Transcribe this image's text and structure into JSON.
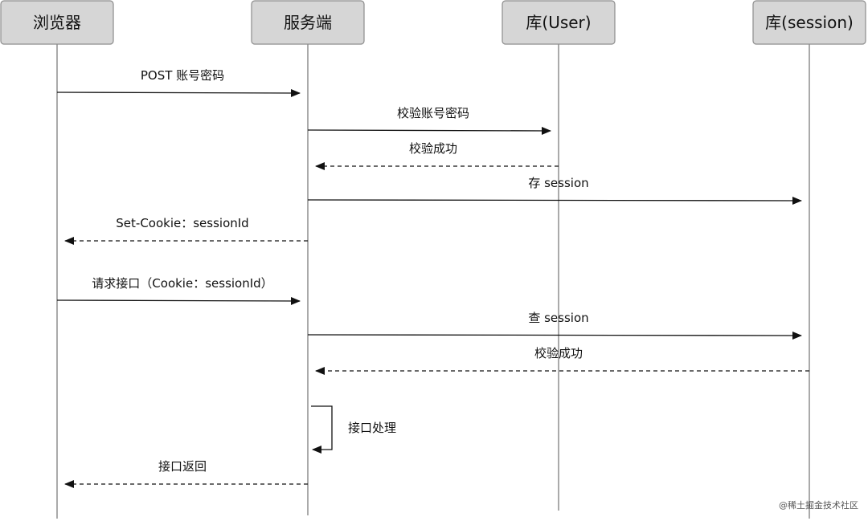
{
  "actors": [
    {
      "id": "browser",
      "label": "浏览器"
    },
    {
      "id": "server",
      "label": "服务端"
    },
    {
      "id": "db_user",
      "label": "库(User)"
    },
    {
      "id": "db_session",
      "label": "库(session)"
    }
  ],
  "messages": [
    {
      "from": "browser",
      "to": "server",
      "label": "POST 账号密码",
      "style": "solid"
    },
    {
      "from": "server",
      "to": "db_user",
      "label": "校验账号密码",
      "style": "solid"
    },
    {
      "from": "db_user",
      "to": "server",
      "label": "校验成功",
      "style": "dashed"
    },
    {
      "from": "server",
      "to": "db_session",
      "label": "存 session",
      "style": "solid"
    },
    {
      "from": "server",
      "to": "browser",
      "label": "Set-Cookie：sessionId",
      "style": "dashed"
    },
    {
      "from": "browser",
      "to": "server",
      "label": "请求接口（Cookie：sessionId）",
      "style": "solid"
    },
    {
      "from": "server",
      "to": "db_session",
      "label": "查 session",
      "style": "solid"
    },
    {
      "from": "db_session",
      "to": "server",
      "label": "校验成功",
      "style": "dashed"
    },
    {
      "from": "server",
      "to": "server",
      "label": "接口处理",
      "style": "self"
    },
    {
      "from": "server",
      "to": "browser",
      "label": "接口返回",
      "style": "dashed"
    }
  ],
  "watermark": "@稀土掘金技术社区"
}
